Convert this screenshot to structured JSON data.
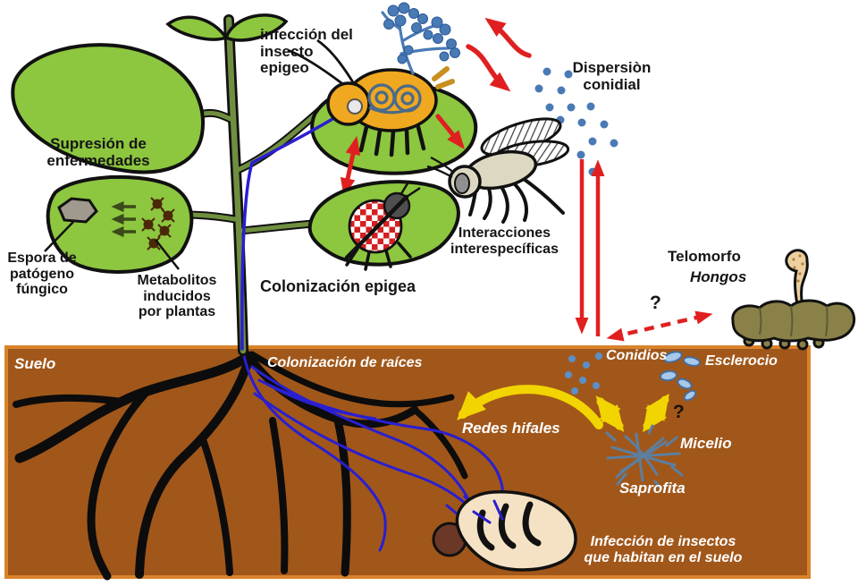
{
  "figure": {
    "description": "Ciclo de vida de hongos entomopatógenos: interacciones planta-insecto-hongo arriba y debajo del suelo",
    "palette": {
      "background": "#ffffff",
      "soil": "#a1571a",
      "soil_border": "#d9832b",
      "leaf_green": "#8dc63f",
      "stem_green": "#6f8f3f",
      "outline_black": "#111111",
      "hypha_blue": "#2a1fd0",
      "conidia_blue": "#4a7ab5",
      "arrow_red": "#e02020",
      "arrow_yellow": "#f2d400",
      "aphid_orange": "#f0a820",
      "mycelium_blue_gray": "#5c7f9e",
      "label_white": "#ffffff"
    }
  },
  "labels": {
    "infeccion_epigeo": "infección del\ninsecto\nepigeo",
    "dispersion_conidial": "Dispersiòn\nconidial",
    "supresion": "Supresión de\nenfermedades",
    "espora": "Espora de\npatógeno\nfúngico",
    "metabolitos": "Metabolitos\ninducidos\npor plantas",
    "colonizacion_epigea": "Colonización epigea",
    "interacciones": "Interacciones\ninterespecíficas",
    "telomorfo": "Telomorfo",
    "hongos": "Hongos",
    "question_top": "?",
    "suelo": "Suelo",
    "colonizacion_raices": "Colonización de raíces",
    "conidios": "Conidios",
    "esclerocio": "Esclerocio",
    "redes_hifales": "Redes hifales",
    "question_soil": "?",
    "micelio": "Micelio",
    "saprofita": "Saprofita",
    "infeccion_suelo": "Infección de insectos\nque habitan en el suelo"
  }
}
